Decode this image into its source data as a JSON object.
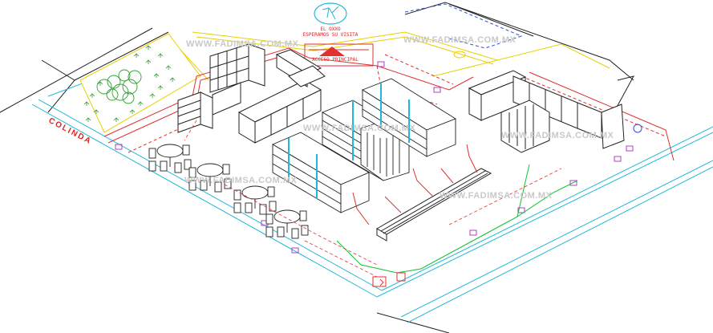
{
  "watermarks": [
    "WWW.FADIMSA.COM.MX",
    "WWW.FADIMSA.COM.MX",
    "WWW.FADIMSA.COM.MX",
    "WWW.FADIMSA.COM.MX",
    "WWW.FADIMSA.COM.MX",
    "WWW.FADIMSA.COM.MX"
  ],
  "street_label": "COLINDA",
  "sign_lines": [
    "EL OXXO",
    "ESPERAMOS SU VISITA"
  ],
  "entrance_label": "ACCESO PRINCIPAL",
  "colors": {
    "wall_red": "#e03030",
    "yellow": "#e8d000",
    "cyan": "#20b8d8",
    "green": "#10c030",
    "blue": "#3050e0",
    "black": "#222222",
    "magenta": "#b040c0",
    "tree_green": "#30a030"
  }
}
